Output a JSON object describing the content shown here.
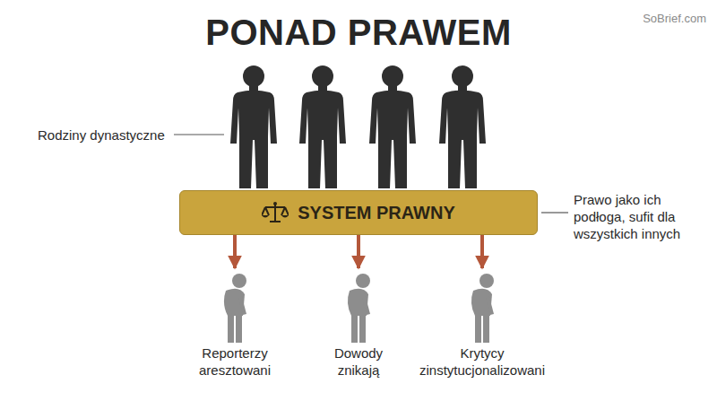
{
  "diagram": {
    "title": "PONAD PRAWEM",
    "nodes": [
      {
        "text": [
          "SYSTEM PRAWNY"
        ]
      },
      {
        "text": [
          "Reporterzy aresztowani"
        ]
      },
      {
        "text": [
          "Dowody znikają"
        ]
      },
      {
        "text": [
          "Krytycy zinstytucjonalizowani"
        ]
      }
    ],
    "edges": [
      {
        "from": 0,
        "to": 1,
        "arrow": "to"
      },
      {
        "from": 0,
        "to": 2,
        "arrow": "to"
      },
      {
        "from": 0,
        "to": 3,
        "arrow": "to"
      }
    ],
    "labels": [
      "SoBrief.com",
      "Rodziny dynastyczne",
      "Prawo jako ich podłoga, sufit dla wszystkich innych"
    ]
  }
}
